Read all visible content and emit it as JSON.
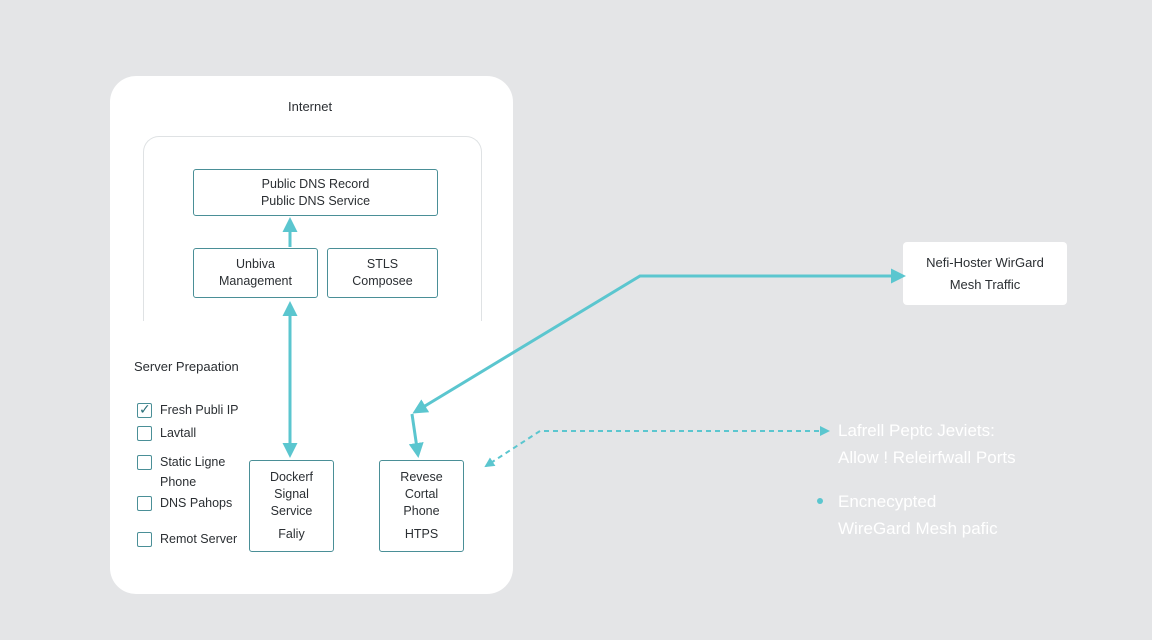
{
  "diagram": {
    "title": "Internet",
    "dns_box": {
      "line1": "Public DNS Record",
      "line2": "Public DNS Service"
    },
    "mgmt_box": {
      "line1": "Unbiva",
      "line2": "Management"
    },
    "compose_box": {
      "line1": "STLS",
      "line2": "Composee"
    },
    "prep_heading": "Server Prepaation",
    "checklist": [
      {
        "label": "Fresh Publi IP",
        "checked": true
      },
      {
        "label": "Lavtall",
        "checked": false
      },
      {
        "label": "Static Ligne Phone",
        "checked": false
      },
      {
        "label": "DNS Pahops",
        "checked": false
      },
      {
        "label": "Remot Server",
        "checked": false
      }
    ],
    "docker_box": {
      "line1": "Dockerf",
      "line2": "Signal",
      "line3": "Service",
      "footer": "Faliy"
    },
    "reverse_box": {
      "line1": "Revese",
      "line2": "Cortal",
      "line3": "Phone",
      "footer": "HTPS"
    },
    "mesh_tag": {
      "line1": "Nefi-Hoster WirGard",
      "line2": "Mesh Traffic"
    },
    "firewall_note": {
      "line1": "Lafrell Peptc Jeviets:",
      "line2": "Allow ! Releirfwall Ports"
    },
    "encrypted_note": {
      "line1": "Encnecypted",
      "line2": "WireGard Mesh pafic"
    },
    "colors": {
      "accent": "#5bc6cf",
      "box_border": "#4a8f97",
      "background": "#e4e5e7"
    }
  }
}
